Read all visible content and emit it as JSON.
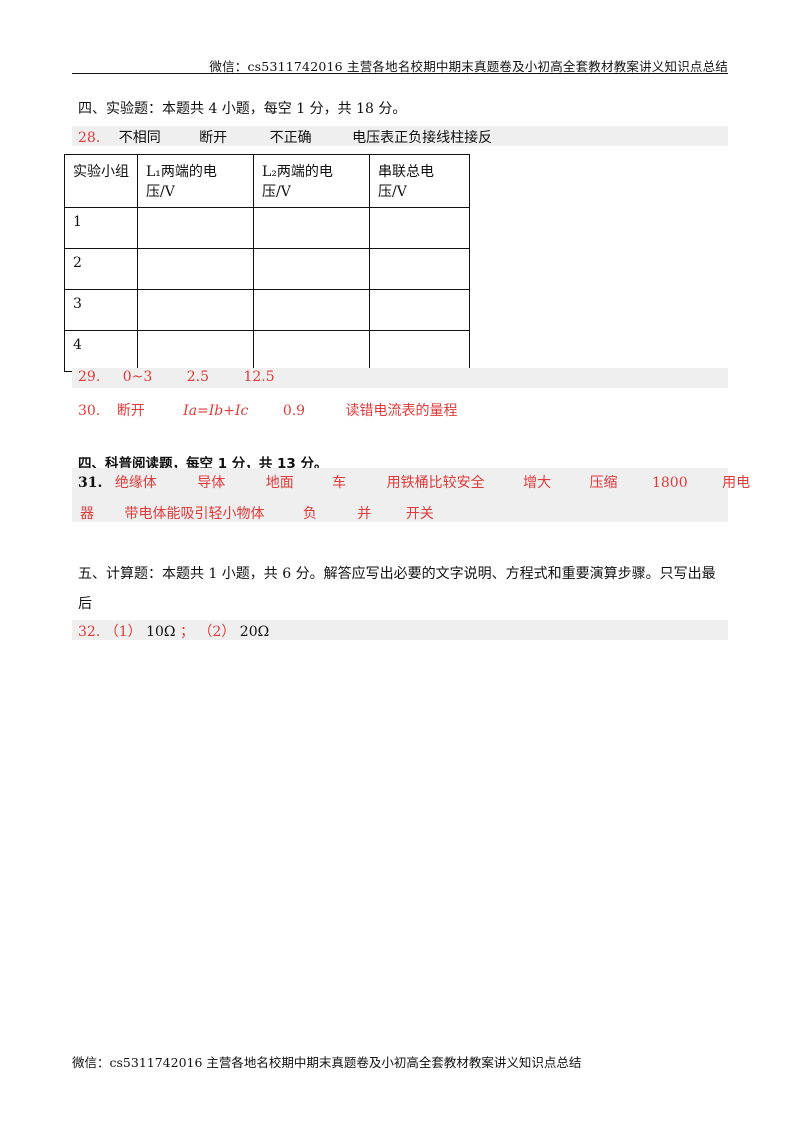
{
  "header": {
    "text": "微信：cs5311742016  主营各地名校期中期末真题卷及小初高全套教材教案讲义知识点总结"
  },
  "section_experiment": {
    "title": "四、实验题：本题共 4 小题，每空 1 分，共 18 分。"
  },
  "q28": {
    "number": "28.",
    "answers": [
      "不相同",
      "断开",
      "不正确",
      "电压表正负接线柱接反"
    ]
  },
  "table": {
    "headers": [
      "实验小组",
      "L₁两端的电压/V",
      "L₂两端的电压/V",
      "串联总电压/V"
    ],
    "rows": [
      [
        "1",
        "",
        "",
        ""
      ],
      [
        "2",
        "",
        "",
        ""
      ],
      [
        "3",
        "",
        "",
        ""
      ],
      [
        "4",
        "",
        "",
        ""
      ]
    ]
  },
  "q29": {
    "number": "29.",
    "answers": [
      "0~3",
      "2.5",
      "12.5"
    ]
  },
  "q30": {
    "number": "30.",
    "answers": [
      "断开",
      "Ia=Ib+Ic",
      "0.9",
      "读错电流表的量程"
    ]
  },
  "section_reading": {
    "title": "四、科普阅读题，每空 1 分，共 13 分。"
  },
  "q31": {
    "number": "31.",
    "line1": [
      "绝缘体",
      "导体",
      "地面",
      "车",
      "用铁桶比较安全",
      "增大",
      "压缩",
      "1800",
      "用电"
    ],
    "line2": [
      "器",
      "带电体能吸引轻小物体",
      "负",
      "并",
      "开关"
    ]
  },
  "section_calc": {
    "title_line1": "五、计算题：本题共 1 小题，共 6 分。解答应写出必要的文字说明、方程式和重要演算步骤。只写出最后",
    "title_line2": "答案的不能得分。有数值计算的题，答案中必须明确写出数值和单位。"
  },
  "q32": {
    "number": "32.",
    "part1_label": "（1）",
    "part1_value": "10Ω",
    "sep": "；",
    "part2_label": "（2）",
    "part2_value": "20Ω"
  },
  "footer": {
    "text": "微信：cs5311742016  主营各地名校期中期末真题卷及小初高全套教材教案讲义知识点总结"
  }
}
